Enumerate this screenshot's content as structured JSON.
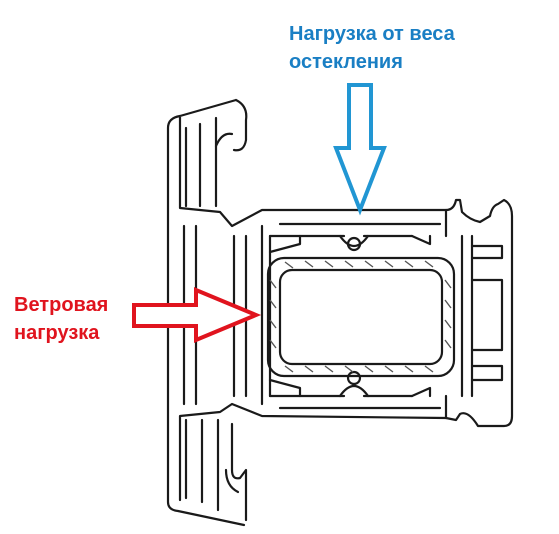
{
  "labels": {
    "top_line1": "Нагрузка от веса",
    "top_line2": "остекления",
    "left_line1": "Ветровая",
    "left_line2": "нагрузка"
  },
  "colors": {
    "top_label": "#1a7fc4",
    "top_arrow": "#2196d3",
    "left_label": "#e0141e",
    "left_arrow": "#e0141e",
    "profile_stroke": "#1a1a1a",
    "reinforcement_hatch": "#555555"
  }
}
